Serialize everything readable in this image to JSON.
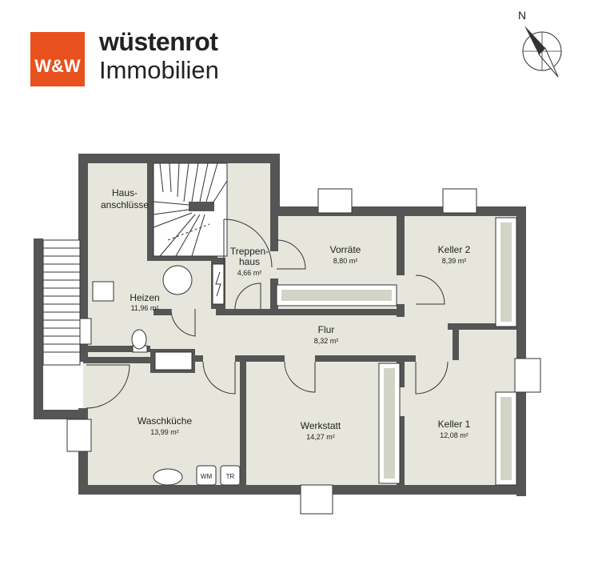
{
  "brand": {
    "logo_text": "W&W",
    "name": "wüstenrot",
    "subtitle": "Immobilien",
    "color": "#E8511D"
  },
  "compass": {
    "label": "N"
  },
  "rooms": [
    {
      "id": "hausanschluesse",
      "label1": "Haus-",
      "label2": "anschlüsse"
    },
    {
      "id": "heizen",
      "label": "Heizen",
      "area": "11,96 m²"
    },
    {
      "id": "treppenhaus",
      "label1": "Treppen-",
      "label2": "haus",
      "area": "4,66 m²"
    },
    {
      "id": "vorraete",
      "label": "Vorräte",
      "area": "8,80 m²"
    },
    {
      "id": "keller2",
      "label": "Keller 2",
      "area": "8,39 m²"
    },
    {
      "id": "flur",
      "label": "Flur",
      "area": "8,32 m²"
    },
    {
      "id": "waschkueche",
      "label": "Waschküche",
      "area": "13,99 m²"
    },
    {
      "id": "werkstatt",
      "label": "Werkstatt",
      "area": "14,27 m²"
    },
    {
      "id": "keller1",
      "label": "Keller 1",
      "area": "12,08 m²"
    }
  ],
  "appliances": {
    "washer": "WM",
    "dryer": "TR"
  },
  "colors": {
    "wall": "#555555",
    "floor": "#e6e6dd",
    "outside": "#ffffff"
  }
}
